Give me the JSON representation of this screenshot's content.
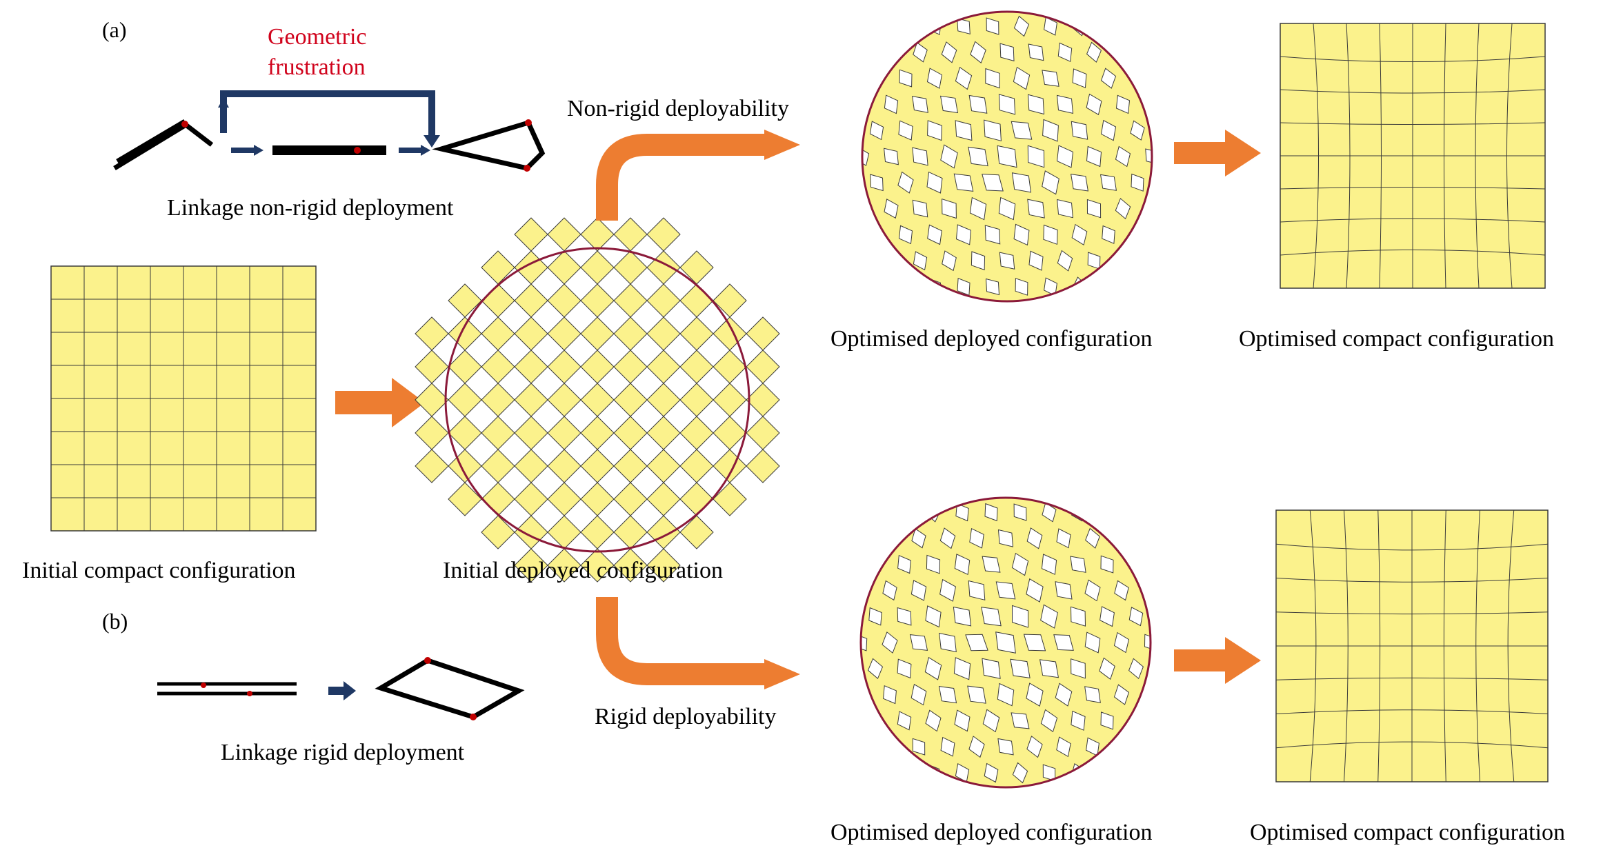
{
  "panels": {
    "a": "(a)",
    "b": "(b)"
  },
  "labels": {
    "geometric_frustration_1": "Geometric",
    "geometric_frustration_2": "frustration",
    "linkage_nonrigid": "Linkage non-rigid deployment",
    "linkage_rigid": "Linkage rigid deployment",
    "nonrigid_deployability": "Non-rigid deployability",
    "rigid_deployability": "Rigid deployability",
    "initial_compact": "Initial compact configuration",
    "initial_deployed": "Initial deployed configuration",
    "opt_deployed_top": "Optimised deployed configuration",
    "opt_compact_top": "Optimised compact configuration",
    "opt_deployed_bottom": "Optimised deployed configuration",
    "opt_compact_bottom": "Optimised compact configuration"
  },
  "colors": {
    "tile": "#fbf28c",
    "tile_stroke": "#3a3a3a",
    "circle": "#8b1a3a",
    "orange": "#ed7d31",
    "navy": "#1f3864",
    "hinge": "#c00000",
    "frustration_text": "#d0021b"
  },
  "grid": {
    "rows": 8,
    "cols": 8
  }
}
